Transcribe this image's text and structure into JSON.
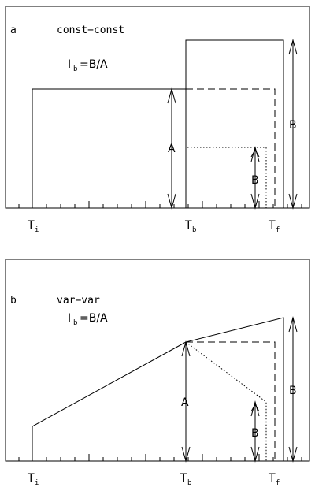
{
  "panels": [
    {
      "id": "a",
      "letter": "a",
      "title": "const−const",
      "formula": {
        "main": "I",
        "sub": "b",
        "rest": "=B/A"
      },
      "arrow_labels": {
        "A": "A",
        "B_small": "B",
        "B_large": "B"
      },
      "x_labels": [
        {
          "main": "T",
          "sub": "i"
        },
        {
          "main": "T",
          "sub": "b"
        },
        {
          "main": "T",
          "sub": "f"
        }
      ]
    },
    {
      "id": "b",
      "letter": "b",
      "title": "var−var",
      "formula": {
        "main": "I",
        "sub": "b",
        "rest": "=B/A"
      },
      "arrow_labels": {
        "A": "A",
        "B_small": "B",
        "B_large": "B"
      },
      "x_labels": [
        {
          "main": "T",
          "sub": "i"
        },
        {
          "main": "T",
          "sub": "b"
        },
        {
          "main": "T",
          "sub": "f"
        }
      ]
    }
  ]
}
